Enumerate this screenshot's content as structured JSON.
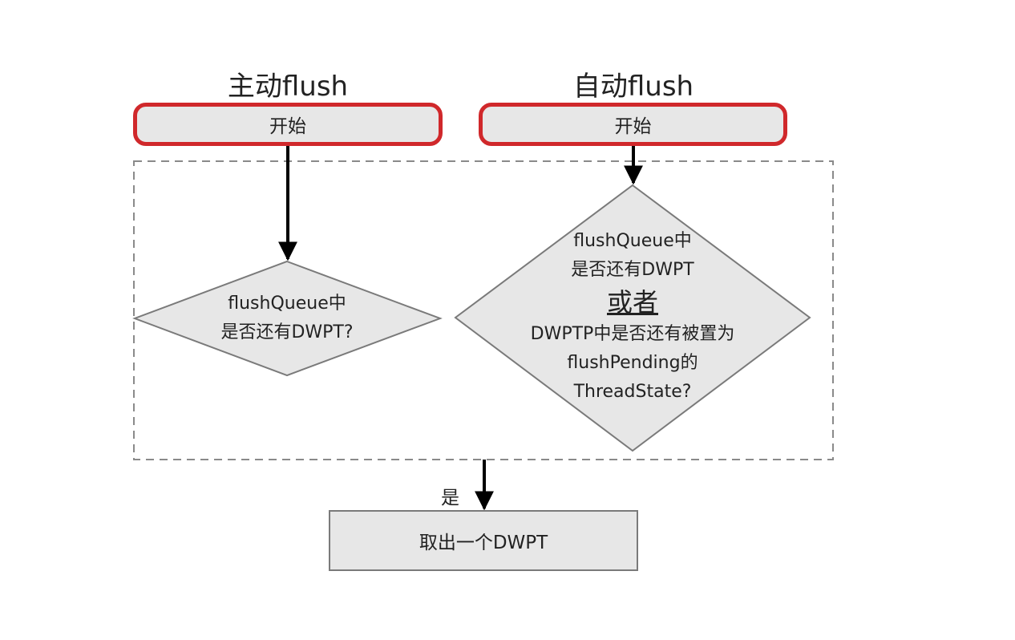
{
  "left": {
    "title": "主动flush",
    "start": "开始",
    "decision": [
      "flushQueue中",
      "是否还有DWPT?"
    ]
  },
  "right": {
    "title": "自动flush",
    "start": "开始",
    "decision_top": [
      "flushQueue中",
      "是否还有DWPT"
    ],
    "decision_or": "或者",
    "decision_bottom": [
      "DWPTP中是否还有被置为",
      "flushPending的",
      "ThreadState?"
    ]
  },
  "yes_label": "是",
  "result": "取出一个DWPT",
  "colors": {
    "start_border": "#d0282b",
    "fill": "#e7e7e7",
    "stroke": "#7a7a7a",
    "arrow": "#000000"
  }
}
